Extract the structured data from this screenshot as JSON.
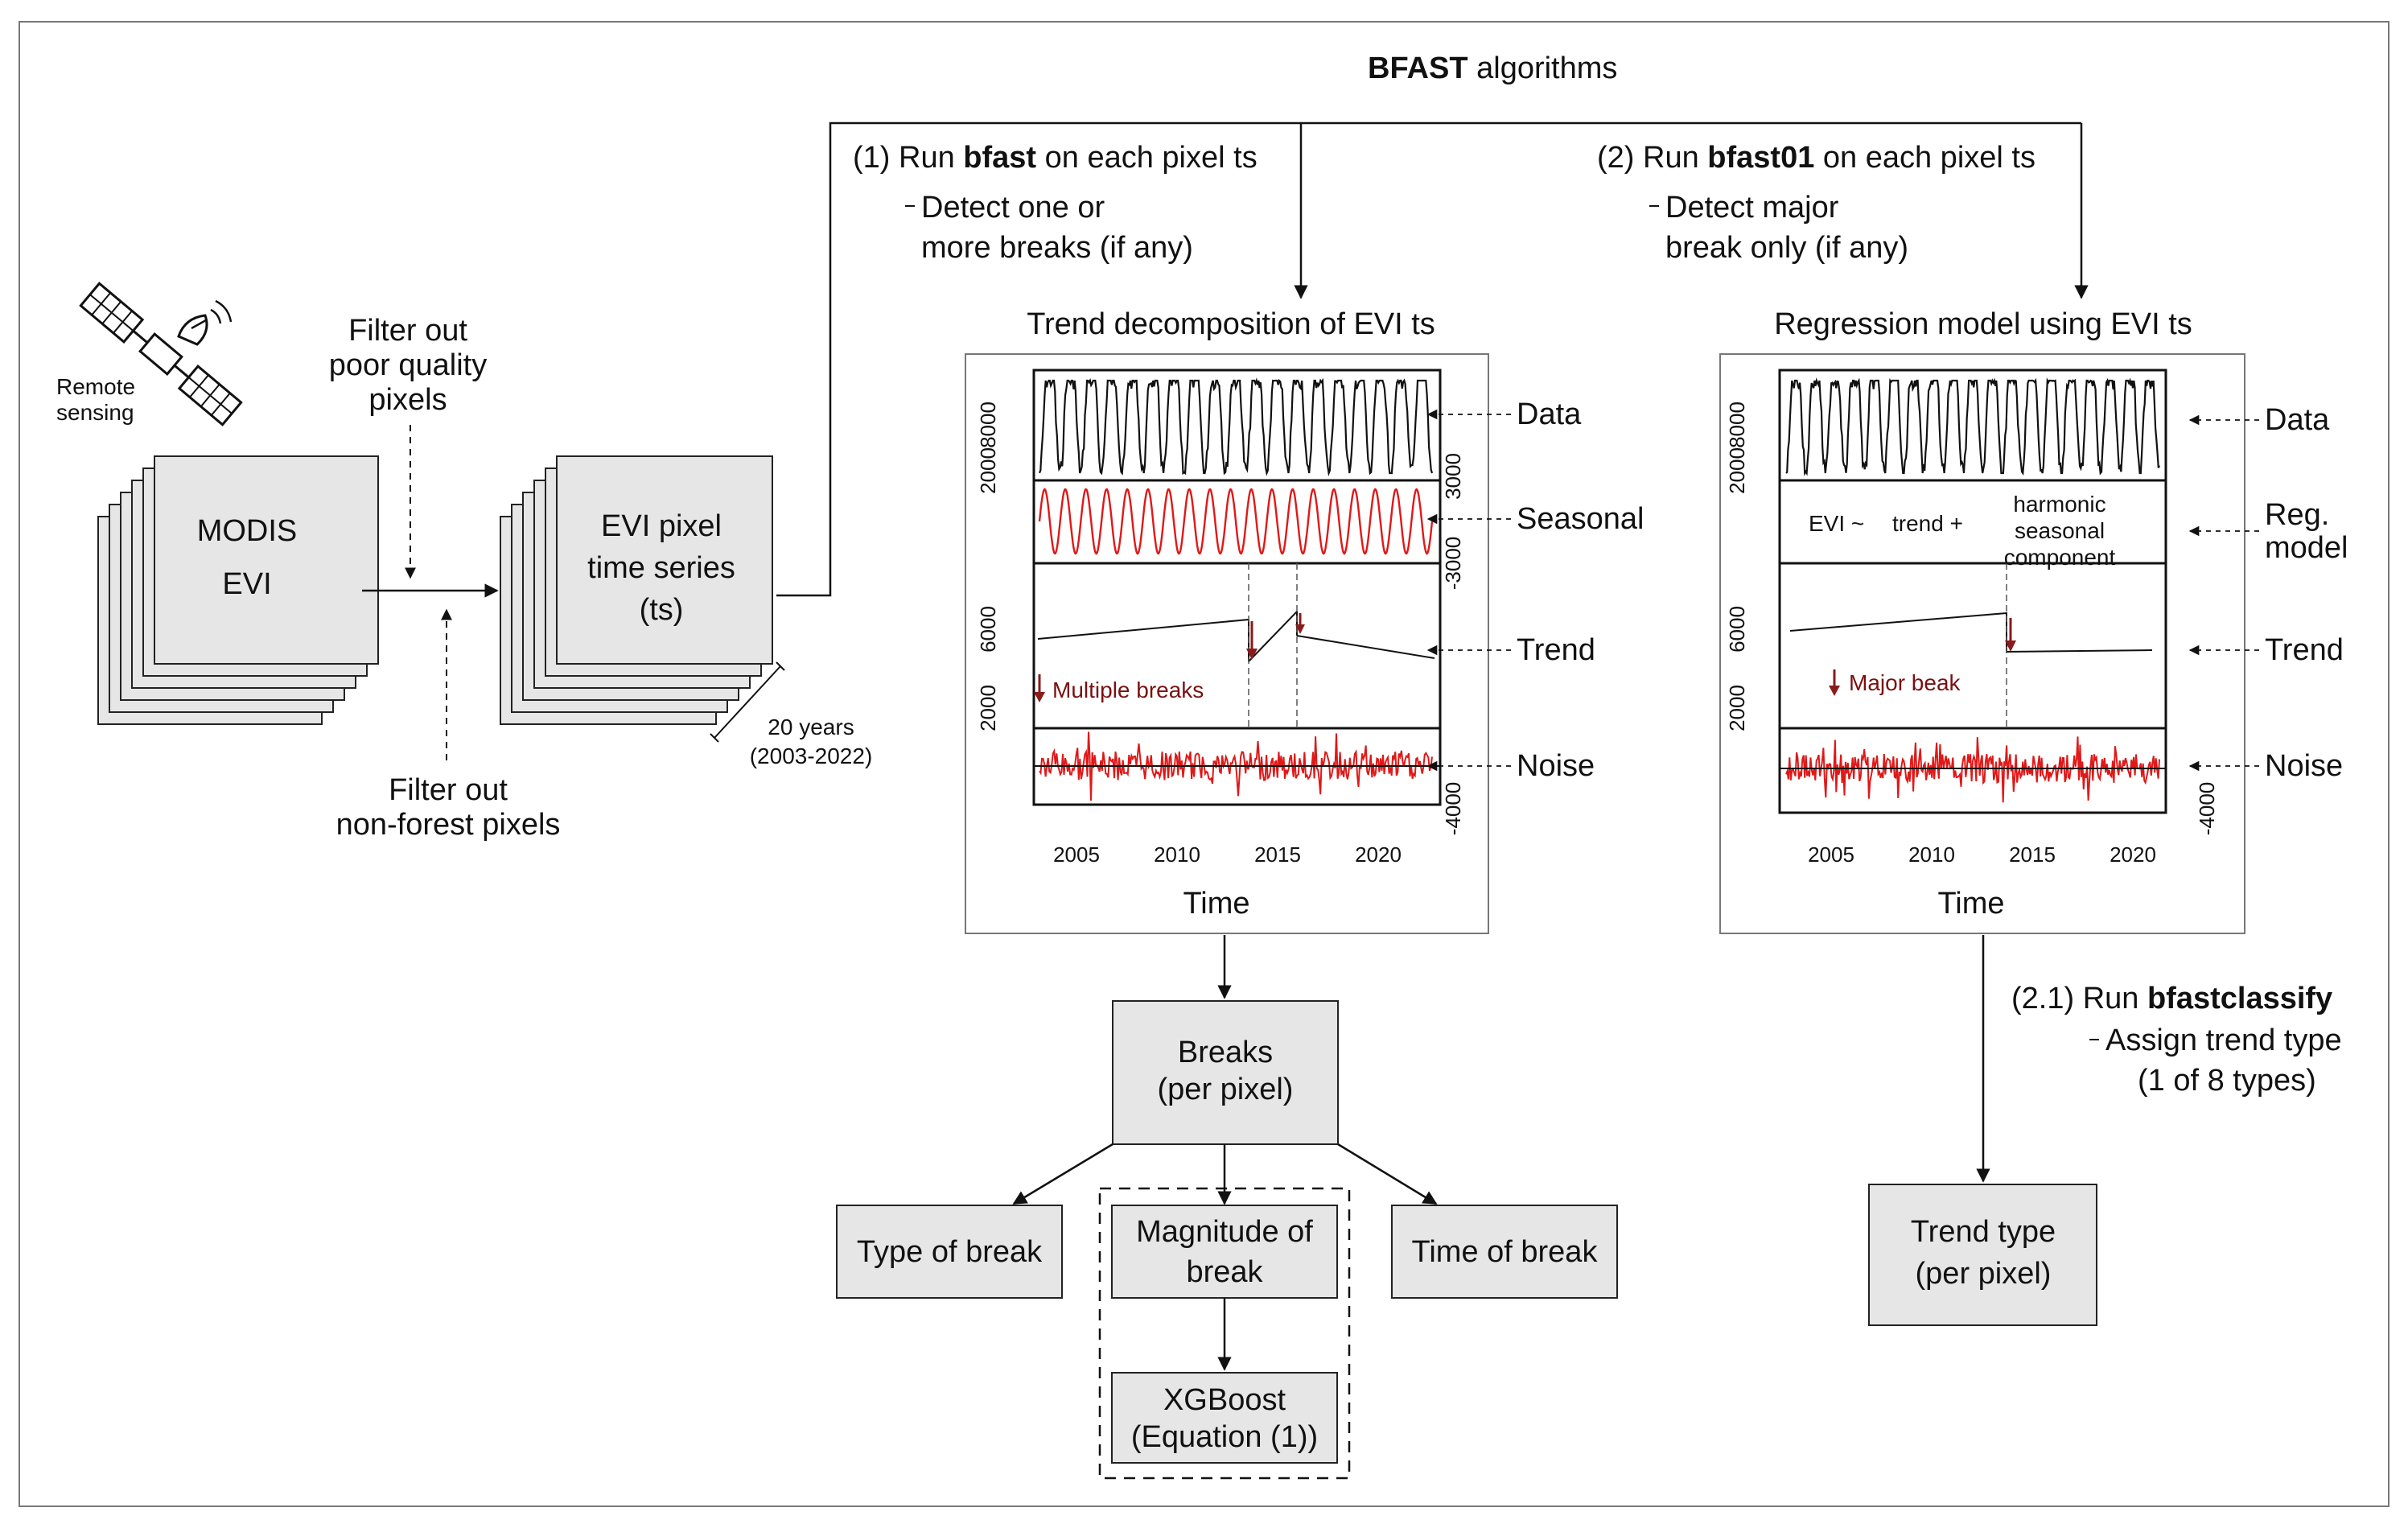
{
  "title": {
    "bold": "BFAST",
    "rest": " algorithms"
  },
  "remote_sensing": {
    "line1": "Remote",
    "line2": "sensing"
  },
  "filter_quality": [
    "Filter out",
    "poor quality",
    "pixels"
  ],
  "filter_forest": [
    "Filter out",
    "non-forest pixels"
  ],
  "modis": [
    "MODIS",
    "EVI"
  ],
  "evi_ts": [
    "EVI pixel",
    "time series",
    "(ts)"
  ],
  "duration": [
    "20 years",
    "(2003-2022)"
  ],
  "branch1": {
    "prefix": "(1) Run ",
    "cmd": "bfast",
    "suffix": " on each pixel ts",
    "desc": [
      "Detect one or",
      "more breaks (if any)"
    ],
    "panel_title": "Trend decomposition of EVI ts",
    "break_label": "Multiple breaks",
    "y_ticks_left": [
      "8000",
      "2000",
      "6000",
      "2000"
    ],
    "y_ticks_right": [
      "3000",
      "-3000",
      "-4000"
    ],
    "x_ticks": [
      "2005",
      "2010",
      "2015",
      "2020"
    ],
    "x_label": "Time",
    "components": [
      "Data",
      "Seasonal",
      "Trend",
      "Noise"
    ]
  },
  "branch2": {
    "prefix": "(2) Run ",
    "cmd": "bfast01",
    "suffix": " on each pixel ts",
    "desc": [
      "Detect major",
      "break only (if any)"
    ],
    "panel_title": "Regression model using EVI ts",
    "model_text": {
      "evi": "EVI ~",
      "trend": "trend +",
      "harmonic": [
        "harmonic",
        "seasonal",
        "component"
      ]
    },
    "break_label": "Major beak",
    "y_ticks_left": [
      "8000",
      "2000",
      "6000",
      "2000"
    ],
    "y_ticks_right": [
      "-4000"
    ],
    "x_ticks": [
      "2005",
      "2010",
      "2015",
      "2020"
    ],
    "x_label": "Time",
    "components": [
      "Data",
      "Reg.",
      "model",
      "Trend",
      "Noise"
    ]
  },
  "classify": {
    "prefix": "(2.1) Run ",
    "cmd": "bfastclassify",
    "desc": [
      "Assign trend type",
      "(1 of 8 types)"
    ]
  },
  "breaks": [
    "Breaks",
    "(per pixel)"
  ],
  "type_of_break": "Type of break",
  "magnitude": [
    "Magnitude of",
    "break"
  ],
  "time_of_break": "Time of break",
  "xgboost": [
    "XGBoost",
    "(Equation (1))"
  ],
  "trend_type": [
    "Trend type",
    "(per pixel)"
  ],
  "colors": {
    "seasonal": "#e01818",
    "noise": "#e01818",
    "break_mark": "#8b1a1a",
    "box_fill": "#e6e6e6"
  }
}
